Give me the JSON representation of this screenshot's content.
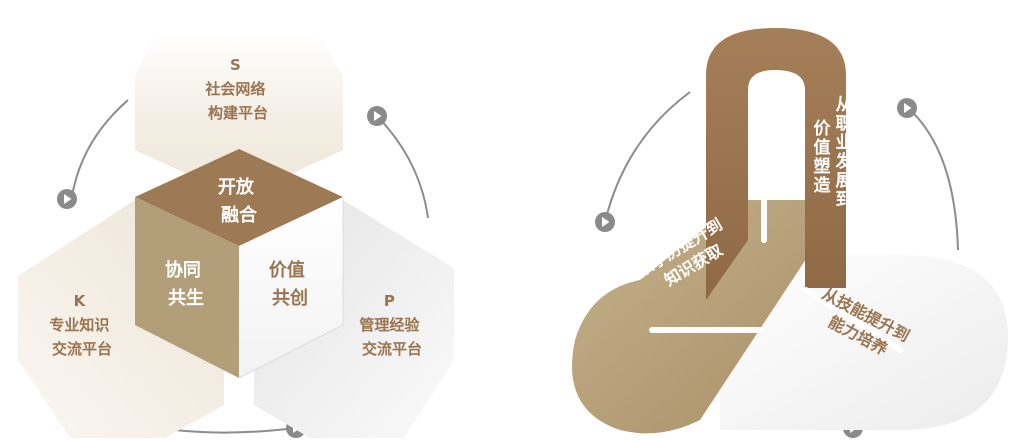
{
  "left": {
    "top_hex": {
      "letter": "S",
      "line1": "社会网络",
      "line2": "构建平台"
    },
    "left_hex": {
      "letter": "K",
      "line1": "专业知识",
      "line2": "交流平台"
    },
    "right_hex": {
      "letter": "P",
      "line1": "管理经验",
      "line2": "交流平台"
    },
    "cube_top": {
      "line1": "开放",
      "line2": "融合"
    },
    "cube_left": {
      "line1": "协同",
      "line2": "共生"
    },
    "cube_right": {
      "line1": "价值",
      "line2": "共创"
    }
  },
  "right": {
    "vertical_band": {
      "col1": "从职业发展到",
      "col2": "价值塑造"
    },
    "left_band": {
      "line1": "从学历提升到",
      "line2": "知识获取"
    },
    "right_band": {
      "line1": "从技能提升到",
      "line2": "能力培养"
    }
  },
  "colors": {
    "brown": "#9a7450",
    "tan": "#b5a07a",
    "hex_top": "#f1ece3",
    "hex_left": "#f1ece3",
    "hex_right": "#ececec",
    "text_brown": "#9a7450",
    "arrow": "#808080"
  },
  "icons": [
    "play-icon"
  ]
}
